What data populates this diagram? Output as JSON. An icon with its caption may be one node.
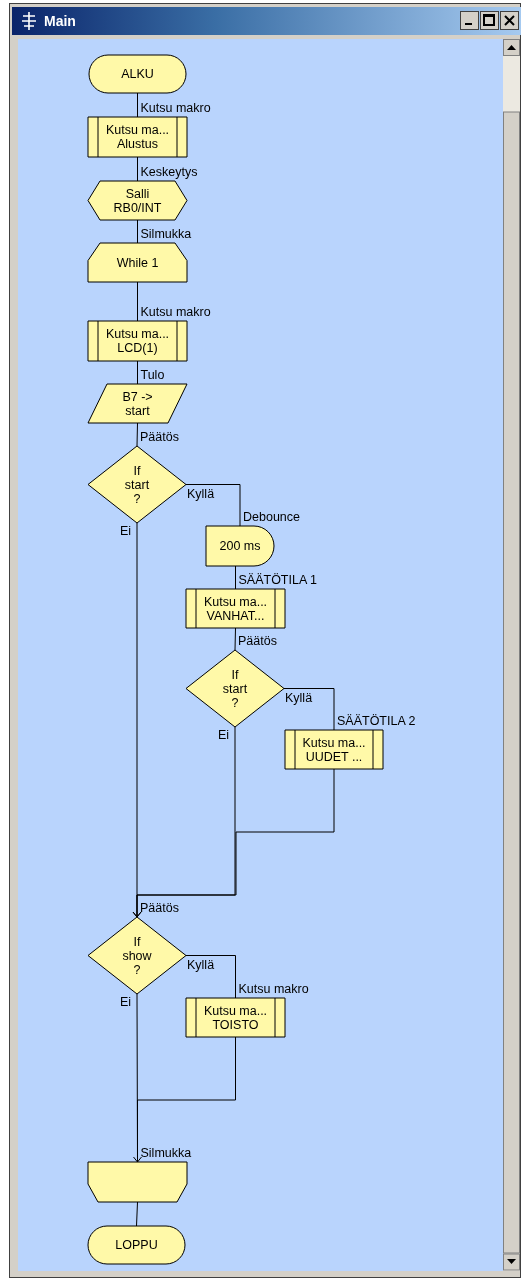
{
  "diagram": {
    "nodes": [
      {
        "text": [
          "ALKU"
        ]
      },
      {
        "text": [
          "Kutsu ma... Alustus"
        ],
        "beside": [
          "Kutsu makro"
        ]
      },
      {
        "text": [
          "Salli RB0/INT"
        ],
        "beside": [
          "Keskeytys"
        ]
      },
      {
        "text": [
          "While 1"
        ],
        "beside": [
          "Silmukka"
        ]
      },
      {
        "text": [
          "Kutsu ma... LCD(1)"
        ],
        "beside": [
          "Kutsu makro"
        ]
      },
      {
        "text": [
          "B7 -> start"
        ],
        "beside": [
          "Tulo"
        ]
      },
      {
        "text": [
          "If start ?"
        ],
        "beside": [
          "Päätös"
        ]
      },
      {
        "text": [
          "200 ms"
        ],
        "beside": [
          "Debounce"
        ]
      },
      {
        "text": [
          "Kutsu ma... VANHAT..."
        ],
        "beside": [
          "SÄÄTÖTILA 1"
        ]
      },
      {
        "text": [
          "If start ?"
        ],
        "beside": [
          "Päätös"
        ]
      },
      {
        "text": [
          "Kutsu ma... UUDET ..."
        ],
        "beside": [
          "SÄÄTÖTILA 2"
        ]
      },
      {
        "text": [
          "If show ?"
        ],
        "beside": [
          "Päätös"
        ]
      },
      {
        "text": [
          "Kutsu ma... TOISTO"
        ],
        "beside": [
          "Kutsu makro"
        ]
      },
      {
        "text": [],
        "shape": "trapezoid",
        "beside": [
          "Silmukka"
        ]
      },
      {
        "text": [
          "LOPPU"
        ]
      }
    ],
    "edges": [
      {
        "from": 0,
        "to": 1,
        "arrow": "none"
      },
      {
        "from": 1,
        "to": 2,
        "arrow": "none"
      },
      {
        "from": 2,
        "to": 3,
        "arrow": "none"
      },
      {
        "from": 3,
        "to": 4,
        "arrow": "none"
      },
      {
        "from": 4,
        "to": 5,
        "arrow": "none"
      },
      {
        "from": 5,
        "to": 6,
        "arrow": "none"
      },
      {
        "from": 6,
        "to": 7,
        "arrow": "none",
        "label": "Kyllä"
      },
      {
        "from": 6,
        "to": 11,
        "arrow": "none",
        "label": "Ei"
      },
      {
        "from": 7,
        "to": 8,
        "arrow": "none"
      },
      {
        "from": 8,
        "to": 9,
        "arrow": "none"
      },
      {
        "from": 9,
        "to": 10,
        "arrow": "none",
        "label": "Kyllä"
      },
      {
        "from": 9,
        "to": 11,
        "arrow": "to",
        "label": "Ei"
      },
      {
        "from": 10,
        "to": 11,
        "arrow": "to"
      },
      {
        "from": 11,
        "to": 12,
        "arrow": "none",
        "label": "Kyllä"
      },
      {
        "from": 11,
        "to": 13,
        "arrow": "none",
        "label": "Ei"
      },
      {
        "from": 12,
        "to": 13,
        "arrow": "to"
      },
      {
        "from": 13,
        "to": 14,
        "arrow": "none"
      }
    ],
    "labels": [
      "Main"
    ]
  }
}
